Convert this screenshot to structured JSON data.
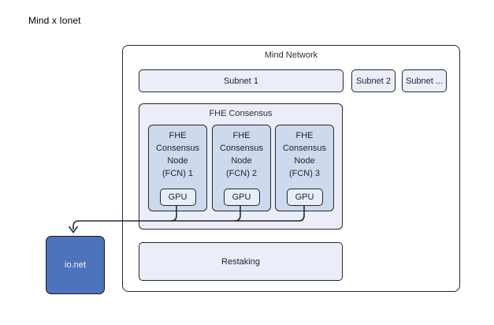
{
  "page": {
    "title": "Mind x Ionet"
  },
  "diagram": {
    "network": {
      "label": "Mind Network"
    },
    "subnets": [
      {
        "label": "Subnet 1"
      },
      {
        "label": "Subnet 2"
      },
      {
        "label": "Subnet ..."
      }
    ],
    "fhe": {
      "label": "FHE Consensus",
      "nodes": [
        {
          "text": "FHE\nConsensus\nNode\n(FCN) 1",
          "gpu_label": "GPU"
        },
        {
          "text": "FHE\nConsensus\nNode\n(FCN) 2",
          "gpu_label": "GPU"
        },
        {
          "text": "FHE\nConsensus\nNode\n(FCN) 3",
          "gpu_label": "GPU"
        }
      ]
    },
    "restaking": {
      "label": "Restaking"
    },
    "ionet": {
      "label": "io.net"
    },
    "colors": {
      "node_fill": "#cdd9ec",
      "panel_fill": "#ebeef8",
      "ionet_fill": "#4d73bd",
      "line": "#232833",
      "canvas": "#ffffff"
    }
  }
}
